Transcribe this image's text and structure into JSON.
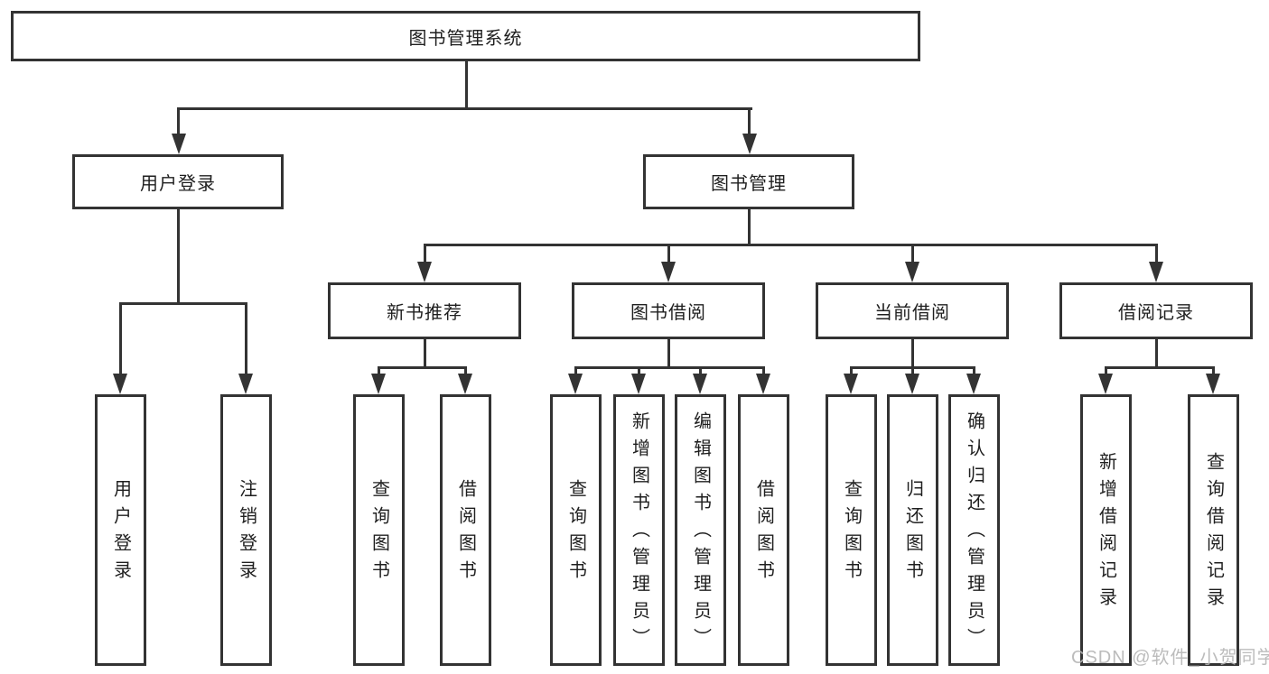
{
  "diagram": {
    "title": "图书管理系统",
    "root": {
      "label": "图书管理系统"
    },
    "branches": [
      {
        "label": "用户登录",
        "children": [
          "用户登录",
          "注销登录"
        ]
      },
      {
        "label": "图书管理",
        "sections": [
          {
            "label": "新书推荐",
            "children": [
              "查询图书",
              "借阅图书"
            ]
          },
          {
            "label": "图书借阅",
            "children": [
              "查询图书",
              "新增图书（管理员）",
              "编辑图书（管理员）",
              "借阅图书"
            ]
          },
          {
            "label": "当前借阅",
            "children": [
              "查询图书",
              "归还图书",
              "确认归还（管理员）"
            ]
          },
          {
            "label": "借阅记录",
            "children": [
              "新增借阅记录",
              "查询借阅记录"
            ]
          }
        ]
      }
    ]
  },
  "watermark": {
    "text": "CSDN @软件_小贺同学"
  },
  "colors": {
    "line": "#333333",
    "box_border": "#333333",
    "text": "#1f1f1f",
    "background": "#ffffff",
    "watermark": "#b5b5b5"
  }
}
